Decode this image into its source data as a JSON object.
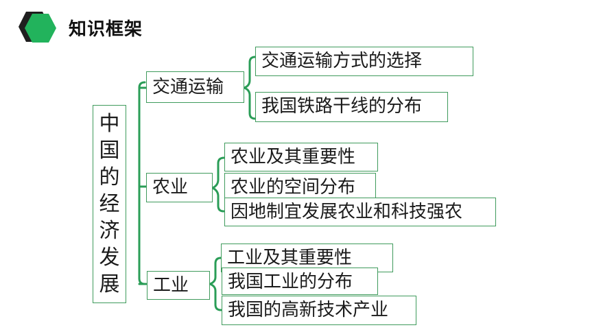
{
  "header": {
    "title": "知识框架",
    "badge_colors": {
      "back": "#1f1f1f",
      "front": "#22b35c"
    }
  },
  "diagram": {
    "line_color": "#2a9d57",
    "root": {
      "label": "中国的经济发展",
      "chars": [
        "中",
        "国",
        "的",
        "经",
        "济",
        "发",
        "展"
      ]
    },
    "branches": [
      {
        "label": "交通运输",
        "children": [
          "交通运输方式的选择",
          "我国铁路干线的分布"
        ]
      },
      {
        "label": "农业",
        "children": [
          "农业及其重要性",
          "农业的空间分布",
          "因地制宜发展农业和科技强农"
        ]
      },
      {
        "label": "工业",
        "children": [
          "工业及其重要性",
          "我国工业的分布",
          "我国的高新技术产业"
        ]
      }
    ]
  }
}
